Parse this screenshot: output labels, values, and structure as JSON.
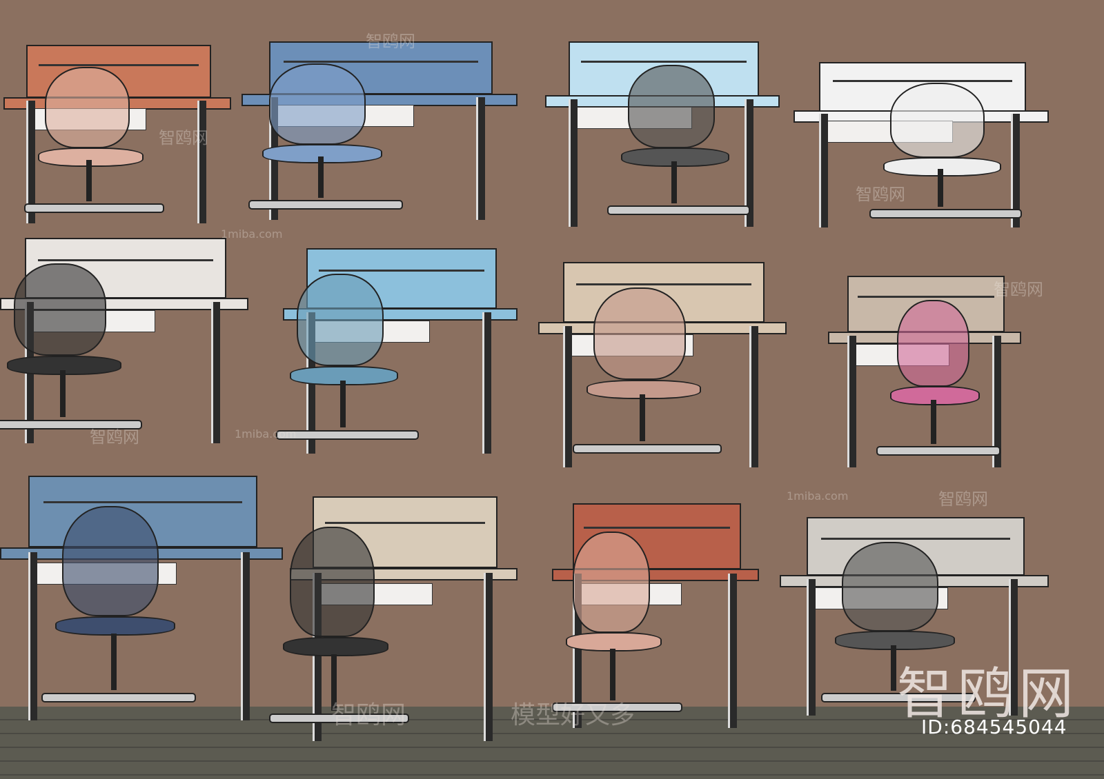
{
  "image_kind": "3D wireframe render collage of children's study desks and chairs",
  "colors": {
    "background": "#8b7060",
    "floor": "#5c5b51"
  },
  "watermarks": {
    "brand": "智鸥网",
    "site": "1miba.com",
    "slogan": "模型好又多",
    "id": "ID:684545044"
  },
  "sets": [
    {
      "desk": "#c9785a",
      "chair": "#ddb0a0"
    },
    {
      "desk": "#6c8fb8",
      "chair": "#7f9fc8"
    },
    {
      "desk": "#bfe0f0",
      "chair": "#555555"
    },
    {
      "desk": "#f2f2f2",
      "chair": "#eeeeee"
    },
    {
      "desk": "#e8e4e0",
      "chair": "#333333"
    },
    {
      "desk": "#8cc0dc",
      "chair": "#6a9cb8"
    },
    {
      "desk": "#d8c6b0",
      "chair": "#c49a8c"
    },
    {
      "desk": "#c8b8a8",
      "chair": "#d06a9a"
    },
    {
      "desk": "#6d8fb0",
      "chair": "#3e4e6e"
    },
    {
      "desk": "#d8cbb8",
      "chair": "#333333"
    },
    {
      "desk": "#b8604a",
      "chair": "#d8a898"
    },
    {
      "desk": "#d0ccc6",
      "chair": "#555555"
    }
  ]
}
